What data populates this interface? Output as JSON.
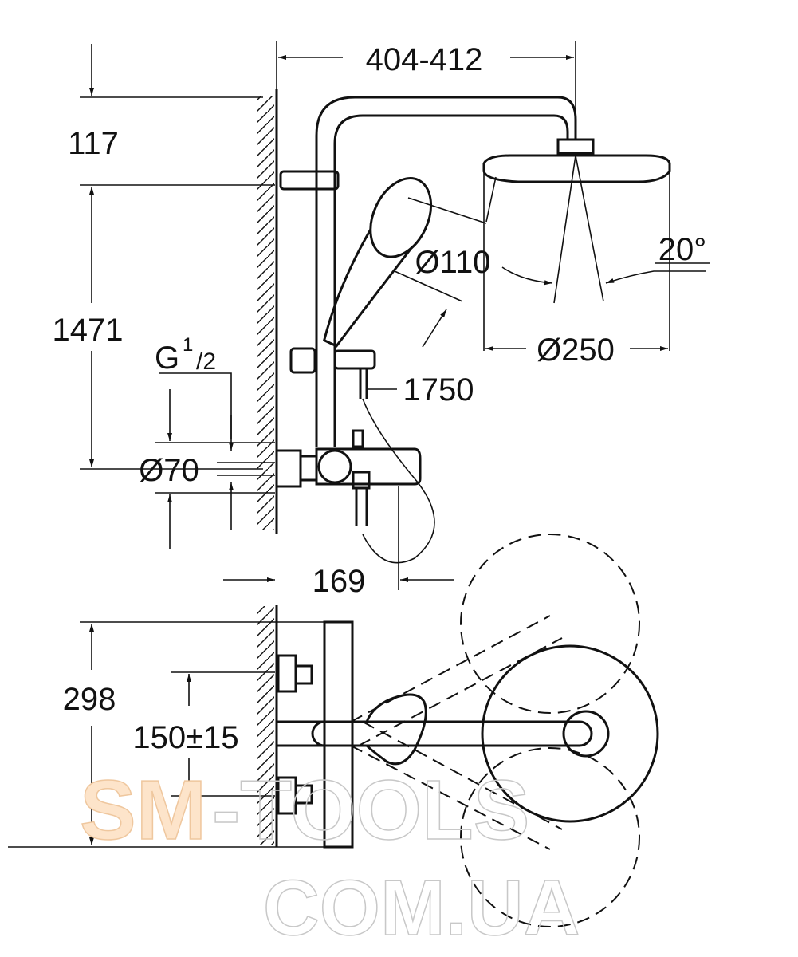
{
  "dimensions": {
    "arm_length": "404-412",
    "top_offset": "117",
    "height": "1471",
    "thread_g": "G",
    "thread_num": "1",
    "thread_den": "/2",
    "rosette_diameter": "Ø70",
    "hand_shower_diameter": "Ø110",
    "head_angle": "20°",
    "head_diameter": "Ø250",
    "hose_length": "1750",
    "mixer_projection": "169",
    "total_depth": "298",
    "inlet_spacing": "150±15"
  },
  "watermark": {
    "line1_a": "SM",
    "line1_b": "-TOOLS",
    "line2": "COM.UA",
    "fill_color": "#fde4ca",
    "stroke_color": "#c8c8c8"
  }
}
